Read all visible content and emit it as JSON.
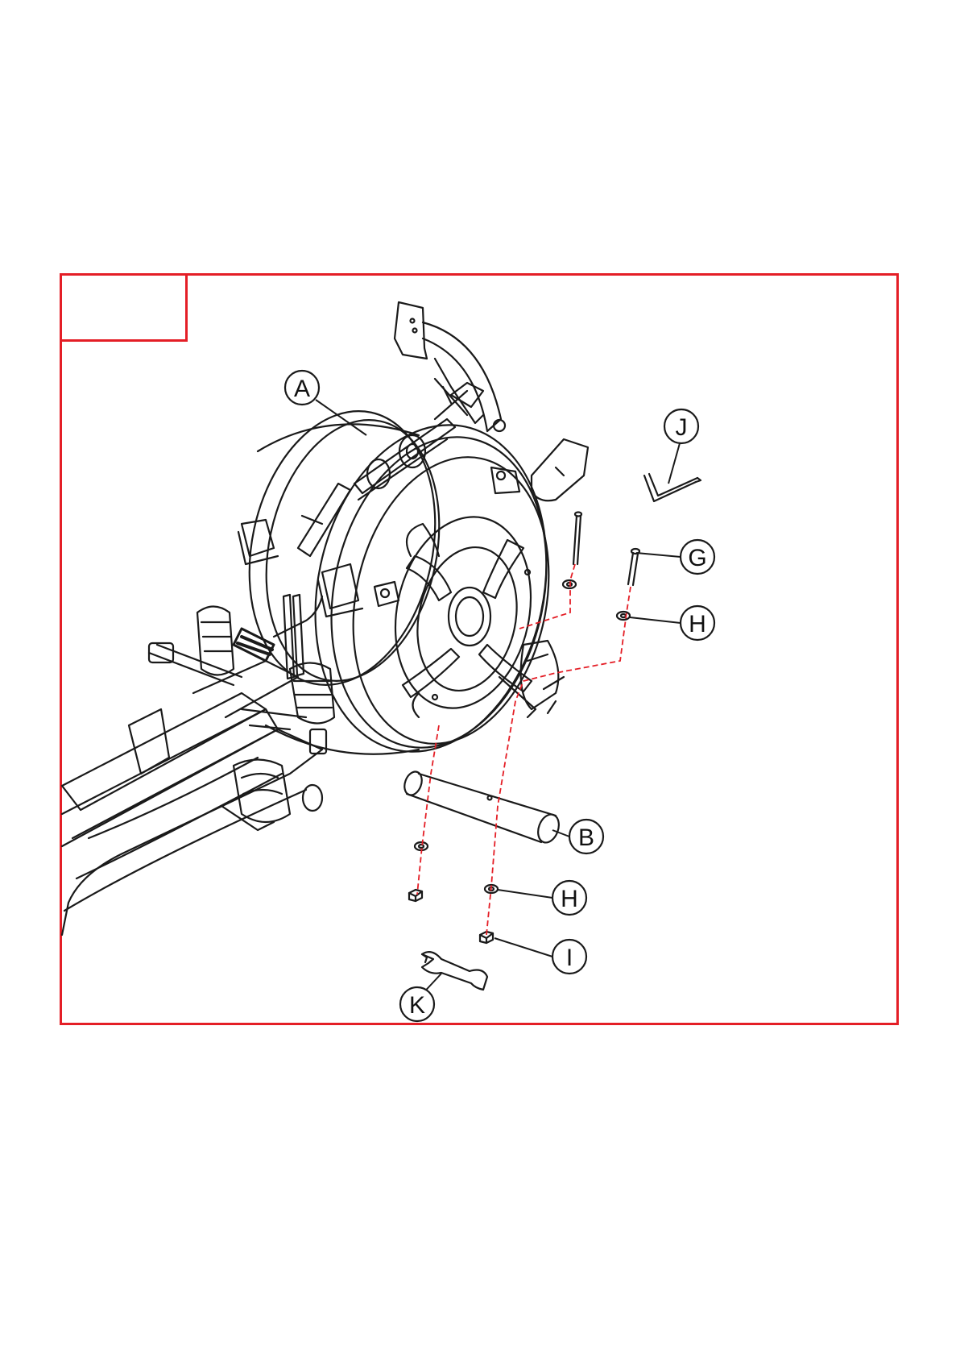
{
  "figure": {
    "frame_color": "#e41e26",
    "line_color": "#1a1a1a",
    "dash_color": "#e41e26",
    "step_number": ""
  },
  "callouts": {
    "A": "A",
    "B": "B",
    "G": "G",
    "H_upper": "H",
    "H_lower": "H",
    "I": "I",
    "J": "J",
    "K": "K"
  }
}
